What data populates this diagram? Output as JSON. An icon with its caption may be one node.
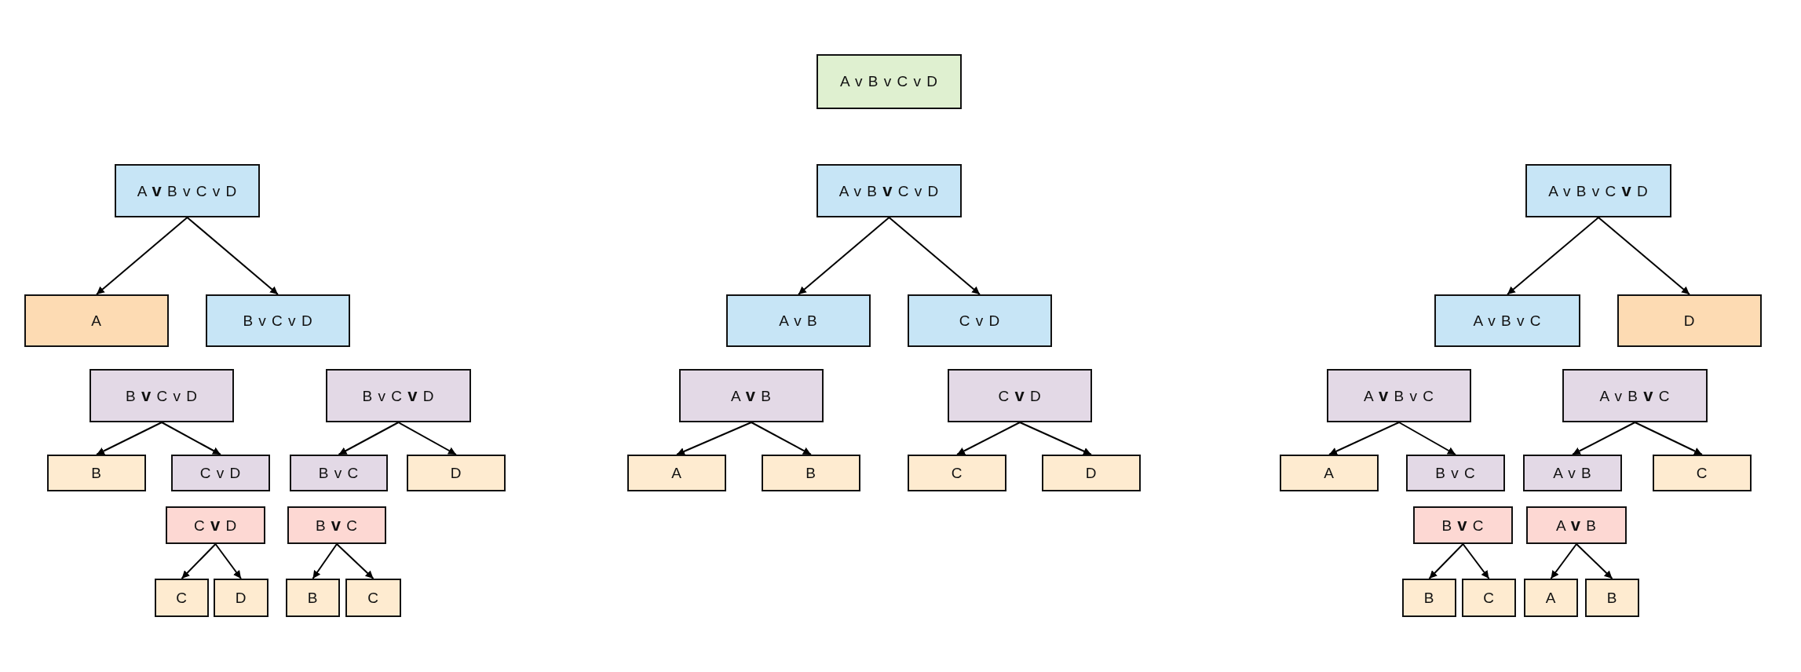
{
  "diagram": {
    "nodes": [
      {
        "text": [
          "A v B v C v D"
        ]
      },
      {
        "text": [
          "A **v** B v C v D"
        ]
      },
      {
        "text": [
          "A"
        ]
      },
      {
        "text": [
          "B v C v D"
        ]
      },
      {
        "text": [
          "B **v** C v D"
        ]
      },
      {
        "text": [
          "B v C **v** D"
        ]
      },
      {
        "text": [
          "B"
        ]
      },
      {
        "text": [
          "C v D"
        ]
      },
      {
        "text": [
          "B v C"
        ]
      },
      {
        "text": [
          "D"
        ]
      },
      {
        "text": [
          "C **v** D"
        ]
      },
      {
        "text": [
          "B **v** C"
        ]
      },
      {
        "text": [
          "C"
        ]
      },
      {
        "text": [
          "D"
        ]
      },
      {
        "text": [
          "B"
        ]
      },
      {
        "text": [
          "C"
        ]
      },
      {
        "text": [
          "A v B **v** C v D"
        ]
      },
      {
        "text": [
          "A v B"
        ]
      },
      {
        "text": [
          "C v D"
        ]
      },
      {
        "text": [
          "A **v** B"
        ]
      },
      {
        "text": [
          "C **v** D"
        ]
      },
      {
        "text": [
          "A"
        ]
      },
      {
        "text": [
          "B"
        ]
      },
      {
        "text": [
          "C"
        ]
      },
      {
        "text": [
          "D"
        ]
      },
      {
        "text": [
          "A v B v C **v** D"
        ]
      },
      {
        "text": [
          "A v B v C"
        ]
      },
      {
        "text": [
          "D"
        ]
      },
      {
        "text": [
          "A **v** B v C"
        ]
      },
      {
        "text": [
          "A v B **v** C"
        ]
      },
      {
        "text": [
          "A"
        ]
      },
      {
        "text": [
          "B v C"
        ]
      },
      {
        "text": [
          "A v B"
        ]
      },
      {
        "text": [
          "C"
        ]
      },
      {
        "text": [
          "B **v** C"
        ]
      },
      {
        "text": [
          "A **v** B"
        ]
      },
      {
        "text": [
          "B"
        ]
      },
      {
        "text": [
          "C"
        ]
      },
      {
        "text": [
          "A"
        ]
      },
      {
        "text": [
          "B"
        ]
      }
    ],
    "edges": [
      {
        "from": 1,
        "to": 2,
        "arrow": "to"
      },
      {
        "from": 1,
        "to": 3,
        "arrow": "to"
      },
      {
        "from": 4,
        "to": 6,
        "arrow": "to"
      },
      {
        "from": 4,
        "to": 7,
        "arrow": "to"
      },
      {
        "from": 5,
        "to": 8,
        "arrow": "to"
      },
      {
        "from": 5,
        "to": 9,
        "arrow": "to"
      },
      {
        "from": 10,
        "to": 12,
        "arrow": "to"
      },
      {
        "from": 10,
        "to": 13,
        "arrow": "to"
      },
      {
        "from": 11,
        "to": 14,
        "arrow": "to"
      },
      {
        "from": 11,
        "to": 15,
        "arrow": "to"
      },
      {
        "from": 16,
        "to": 17,
        "arrow": "to"
      },
      {
        "from": 16,
        "to": 18,
        "arrow": "to"
      },
      {
        "from": 19,
        "to": 21,
        "arrow": "to"
      },
      {
        "from": 19,
        "to": 22,
        "arrow": "to"
      },
      {
        "from": 20,
        "to": 23,
        "arrow": "to"
      },
      {
        "from": 20,
        "to": 24,
        "arrow": "to"
      },
      {
        "from": 25,
        "to": 26,
        "arrow": "to"
      },
      {
        "from": 25,
        "to": 27,
        "arrow": "to"
      },
      {
        "from": 28,
        "to": 30,
        "arrow": "to"
      },
      {
        "from": 28,
        "to": 31,
        "arrow": "to"
      },
      {
        "from": 29,
        "to": 32,
        "arrow": "to"
      },
      {
        "from": 29,
        "to": 33,
        "arrow": "to"
      },
      {
        "from": 34,
        "to": 36,
        "arrow": "to"
      },
      {
        "from": 34,
        "to": 37,
        "arrow": "to"
      },
      {
        "from": 35,
        "to": 38,
        "arrow": "to"
      },
      {
        "from": 35,
        "to": 39,
        "arrow": "to"
      }
    ]
  }
}
